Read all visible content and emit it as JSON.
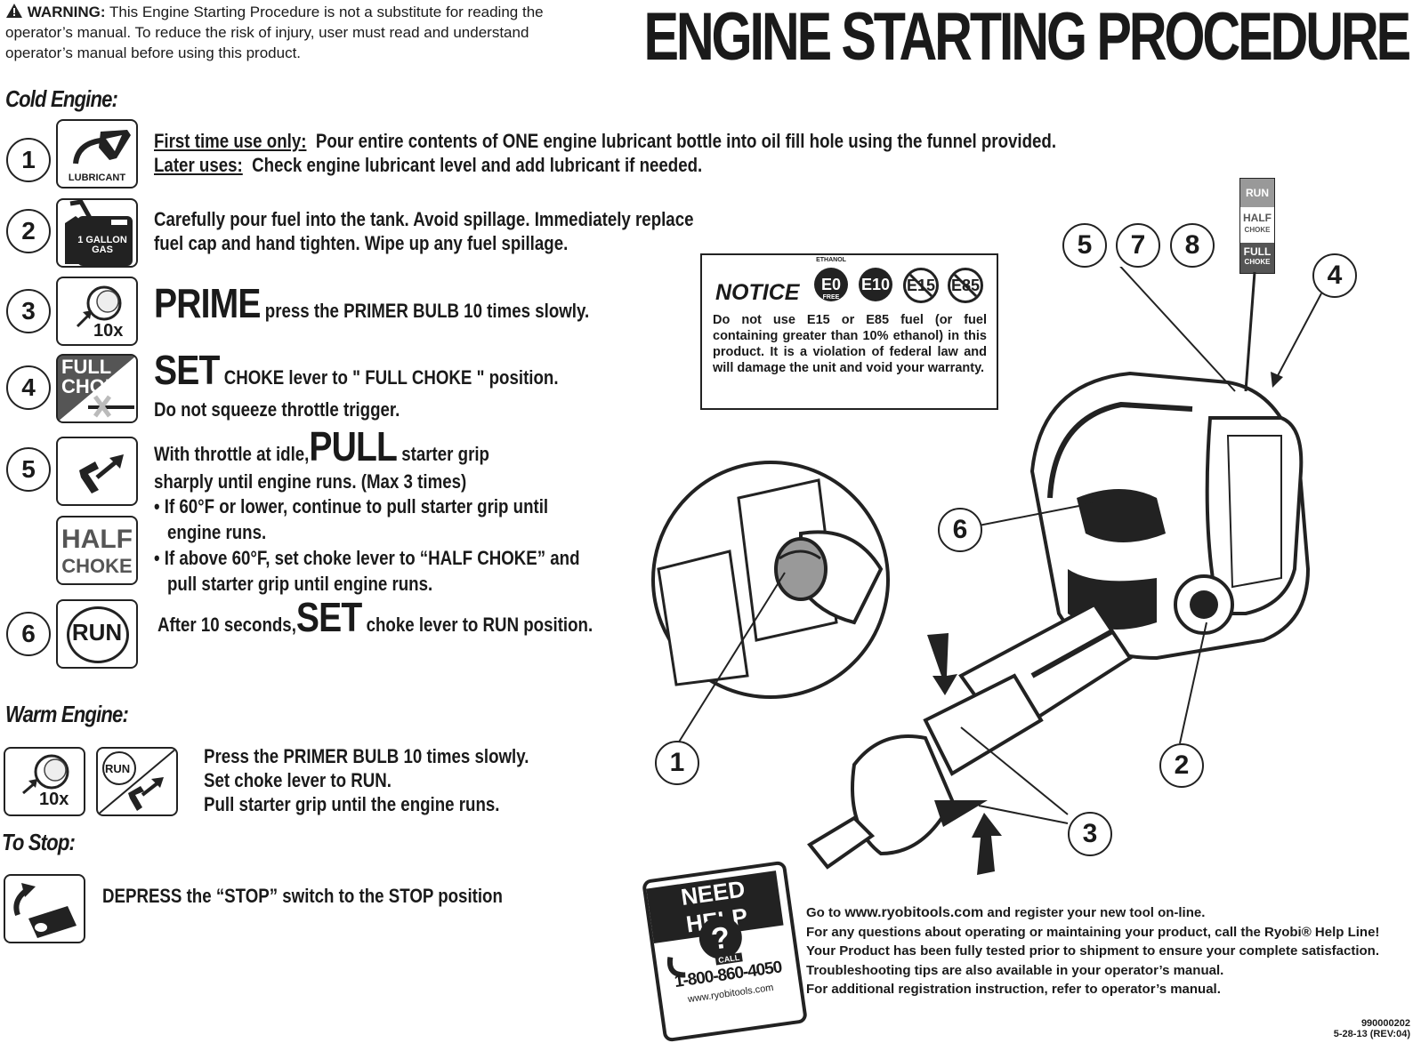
{
  "warning": {
    "label": "WARNING:",
    "text": "This Engine Starting Procedure is not a substitute for reading the operator’s manual. To reduce the risk of injury, user must read and understand operator’s manual before using this product."
  },
  "title": "ENGINE STARTING PROCEDURE",
  "cold_engine": {
    "heading": "Cold Engine:",
    "steps": [
      {
        "num": "1",
        "icon_label": "LUBRICANT",
        "line1_prefix": "First time use only:",
        "line1": "Pour entire contents of ONE engine lubricant bottle into oil fill hole  using the funnel provided.",
        "line2_prefix": "Later uses:",
        "line2": "Check engine lubricant level and add lubricant if needed."
      },
      {
        "num": "2",
        "icon_label": "1 GALLON GAS",
        "line1": "Carefully pour fuel into the tank. Avoid spillage. Immediately replace",
        "line2": "fuel cap and hand tighten. Wipe up any fuel spillage."
      },
      {
        "num": "3",
        "icon_label": "10x",
        "big": "PRIME",
        "text": "press the PRIMER BULB 10 times slowly."
      },
      {
        "num": "4",
        "icon_label": "FULL CHOKE",
        "big": "SET",
        "text": "CHOKE lever to \" FULL CHOKE \" position.",
        "line2": "Do not squeeze throttle trigger."
      },
      {
        "num": "5",
        "pre": "With throttle at idle,",
        "big": "PULL",
        "post": "starter grip",
        "line2": "sharply until engine runs. (Max 3 times)",
        "bullet1a": "If 60°F or lower, continue to pull starter grip until",
        "bullet1b": "engine runs.",
        "bullet2a": "If above 60°F, set choke lever to “HALF CHOKE” and",
        "bullet2b": "pull starter grip until engine runs.",
        "half_icon_top": "HALF",
        "half_icon_bottom": "CHOKE"
      },
      {
        "num": "6",
        "icon_label": "RUN",
        "pre": "After 10 seconds,",
        "big": "SET",
        "post": "choke lever to RUN position."
      }
    ]
  },
  "warm_engine": {
    "heading": "Warm Engine:",
    "icon1_label": "10x",
    "icon2_label": "RUN",
    "lines": [
      "Press the PRIMER BULB 10 times slowly.",
      "Set choke lever to RUN.",
      "Pull starter grip until the engine runs."
    ]
  },
  "to_stop": {
    "heading": "To Stop:",
    "text": "DEPRESS the “STOP” switch to the STOP position"
  },
  "notice": {
    "title": "NOTICE",
    "badges": [
      "E0",
      "E10",
      "E15",
      "E85"
    ],
    "badge_arc_top": "ETHANOL",
    "badge_arc_bottom": "FREE",
    "body": "Do not use E15 or E85 fuel (or fuel containing greater than 10% ethanol) in this product. It is a violation of federal law and will damage the unit and void your warranty."
  },
  "choke_indicator": {
    "run": "RUN",
    "half": "HALF",
    "half_sub": "CHOKE",
    "full": "FULL",
    "full_sub": "CHOKE"
  },
  "callouts": [
    "5",
    "7",
    "8",
    "4",
    "6",
    "1",
    "2",
    "3"
  ],
  "need_help": {
    "title": "NEED HELP",
    "call": "CALL",
    "phone": "1-800-860-4050",
    "url": "www.ryobitools.com"
  },
  "help_text": {
    "line1_pre": "Go to",
    "line1_link": "www.ryobitools.com",
    "line1_post": "and register your new tool on-line.",
    "line2": "For any questions about operating or maintaining your product, call the Ryobi® Help Line!",
    "line3": "Your Product has been fully tested prior to shipment to ensure your complete satisfaction.",
    "line4": "Troubleshooting tips are also available in your operator’s manual.",
    "line5": "For additional registration instruction, refer to operator’s manual."
  },
  "part_number": "990000202",
  "revision": "5-28-13 (REV:04)"
}
